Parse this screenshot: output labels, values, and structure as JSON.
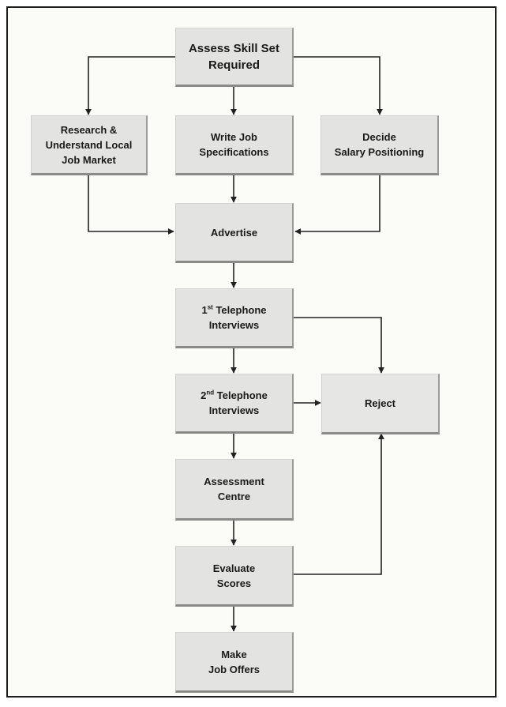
{
  "nodes": {
    "assess": "Assess Skill Set\nRequired",
    "research": "Research &\nUnderstand Local\nJob Market",
    "write_spec": "Write Job\nSpecifications",
    "salary": "Decide\nSalary Positioning",
    "advertise": "Advertise",
    "tel1": {
      "num": "1",
      "sup": "st",
      "rest": " Telephone",
      "line2": "Interviews"
    },
    "tel2": {
      "num": "2",
      "sup": "nd",
      "rest": " Telephone",
      "line2": "Interviews"
    },
    "reject": "Reject",
    "assessment": "Assessment\nCentre",
    "evaluate": "Evaluate\nScores",
    "offers": "Make\nJob Offers"
  }
}
